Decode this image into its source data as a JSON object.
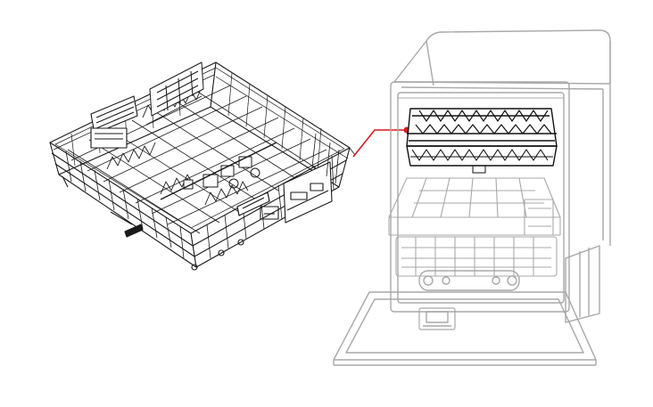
{
  "figure": {
    "left_panel": {
      "part_name": "upper-rack-assembly",
      "style": "exploded part view"
    },
    "right_panel": {
      "part_name": "dishwasher-with-open-door",
      "highlighted_component": "upper-rack"
    },
    "callout": {
      "line_color": "#d71920",
      "dot_color": "#d71920"
    },
    "colors": {
      "rack_line": "#1a1a1a",
      "appliance_line": "#a8a8a8",
      "highlight_rack": "#111111",
      "background": "#ffffff"
    }
  }
}
